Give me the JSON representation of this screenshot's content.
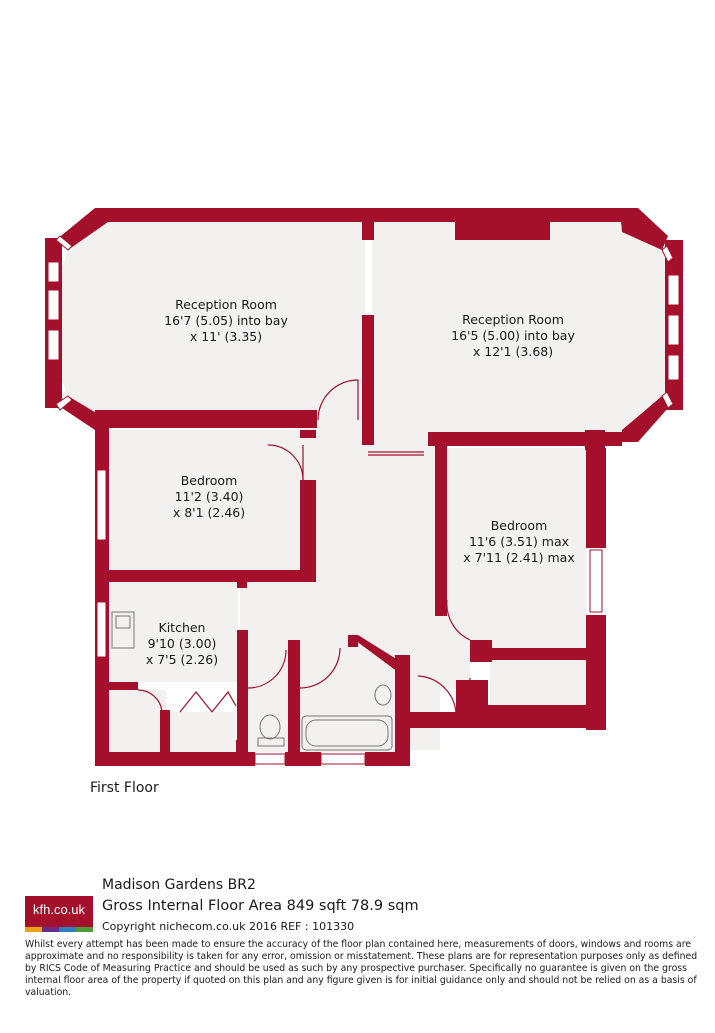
{
  "floor_label": "First Floor",
  "colors": {
    "wall": "#a4102b",
    "floor": "#f2f1f0",
    "door_arc": "#a4102b",
    "window": "#ffffff"
  },
  "rooms": {
    "reception_left": {
      "name": "Reception Room",
      "dim1": "16'7 (5.05) into bay",
      "dim2": "x 11' (3.35)"
    },
    "reception_right": {
      "name": "Reception Room",
      "dim1": "16'5 (5.00) into bay",
      "dim2": "x 12'1 (3.68)"
    },
    "bedroom_left": {
      "name": "Bedroom",
      "dim1": "11'2 (3.40)",
      "dim2": "x 8'1 (2.46)"
    },
    "bedroom_right": {
      "name": "Bedroom",
      "dim1": "11'6 (3.51) max",
      "dim2": "x 7'11 (2.41) max"
    },
    "kitchen": {
      "name": "Kitchen",
      "dim1": "9'10 (3.00)",
      "dim2": "x 7'5 (2.26)"
    }
  },
  "footer": {
    "title": "Madison Gardens  BR2",
    "area": "Gross Internal Floor Area 849 sqft 78.9 sqm",
    "copyright": "Copyright nichecom.co.uk 2016 REF : 101330",
    "logo_text": "kfh.co.uk",
    "logo_stripe_colors": [
      "#e8a317",
      "#6a2c8c",
      "#2a7fc1",
      "#4d9a3a"
    ],
    "disclaimer": "Whilst every attempt has been made to ensure the accuracy of the floor plan contained here, measurements of doors, windows and rooms are approximate and no responsibility is taken for any error, omission or misstatement.  These plans are for representation purposes only as defined by RICS Code of Measuring Practice and should be used as such by any prospective purchaser.  Specifically no guarantee is given on the gross internal floor area of the property if quoted on this plan and any figure given is for initial guidance only and should not be relied on as a basis of valuation."
  }
}
